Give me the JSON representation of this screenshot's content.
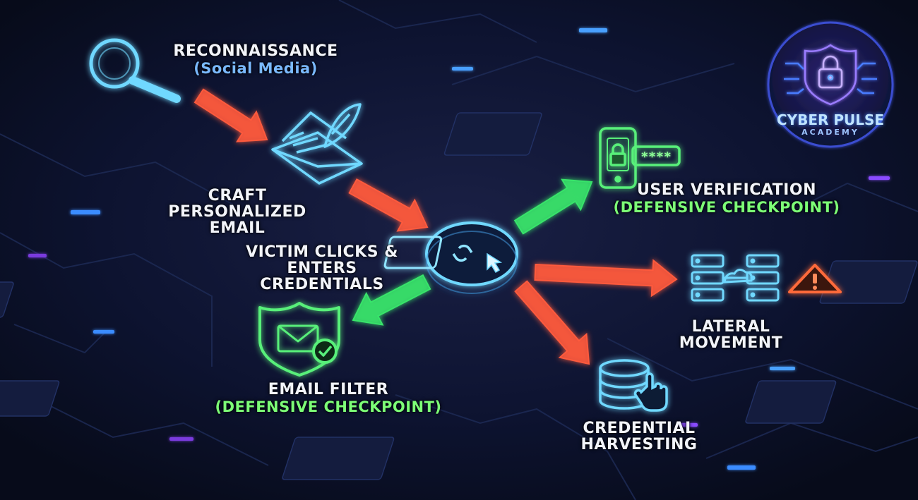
{
  "colors": {
    "background": "#0a0f22",
    "attack_path": "#ff5a3c",
    "defense_path": "#39e46a",
    "node_stroke": "#6fd8ff",
    "label_text": "#f2f4fa",
    "sublabel_blue": "#7ab9ff",
    "sublabel_green": "#7dff77",
    "warning": "#ff6a3a",
    "logo_ring": "#3a4ed0",
    "logo_text": "#bfe3ff"
  },
  "logo": {
    "title": "CYBER PULSE",
    "subtitle": "ACADEMY",
    "icon": "shield-padlock-circuit-icon"
  },
  "nodes": [
    {
      "id": "recon",
      "icon": "magnifier-icon",
      "lines": [
        "RECONNAISSANCE"
      ],
      "sublabel": "(Social Media)",
      "sub_color": "blue",
      "kind": "attack"
    },
    {
      "id": "craft",
      "icon": "envelope-quill-icon",
      "lines": [
        "CRAFT",
        "PERSONALIZED",
        "EMAIL"
      ],
      "sublabel": "",
      "kind": "attack"
    },
    {
      "id": "victim",
      "icon": "link-click-icon",
      "lines": [
        "VICTIM CLICKS &",
        "ENTERS CREDENTIALS"
      ],
      "sublabel": "",
      "kind": "attack"
    },
    {
      "id": "verify",
      "icon": "phone-lock-password-icon",
      "lines": [
        "USER VERIFICATION"
      ],
      "sublabel": "(DEFENSIVE CHECKPOINT)",
      "sub_color": "green",
      "kind": "defense"
    },
    {
      "id": "filter",
      "icon": "shield-envelope-check-icon",
      "lines": [
        "EMAIL FILTER"
      ],
      "sublabel": "(DEFENSIVE CHECKPOINT)",
      "sub_color": "green",
      "kind": "defense"
    },
    {
      "id": "lateral",
      "icon": "server-network-cloud-icon",
      "lines": [
        "LATERAL",
        "MOVEMENT"
      ],
      "sublabel": "",
      "kind": "attack"
    },
    {
      "id": "harvest",
      "icon": "database-hand-icon",
      "lines": [
        "CREDENTIAL",
        "HARVESTING"
      ],
      "sublabel": "",
      "kind": "attack"
    }
  ],
  "edges": [
    {
      "from": "recon",
      "to": "craft",
      "kind": "attack"
    },
    {
      "from": "craft",
      "to": "victim",
      "kind": "attack"
    },
    {
      "from": "victim",
      "to": "verify",
      "kind": "defense"
    },
    {
      "from": "victim",
      "to": "filter",
      "kind": "defense"
    },
    {
      "from": "victim",
      "to": "lateral",
      "kind": "attack"
    },
    {
      "from": "victim",
      "to": "harvest",
      "kind": "attack"
    }
  ],
  "decor": {
    "warning_icon": "warning-triangle-icon",
    "password_mask": "****"
  }
}
